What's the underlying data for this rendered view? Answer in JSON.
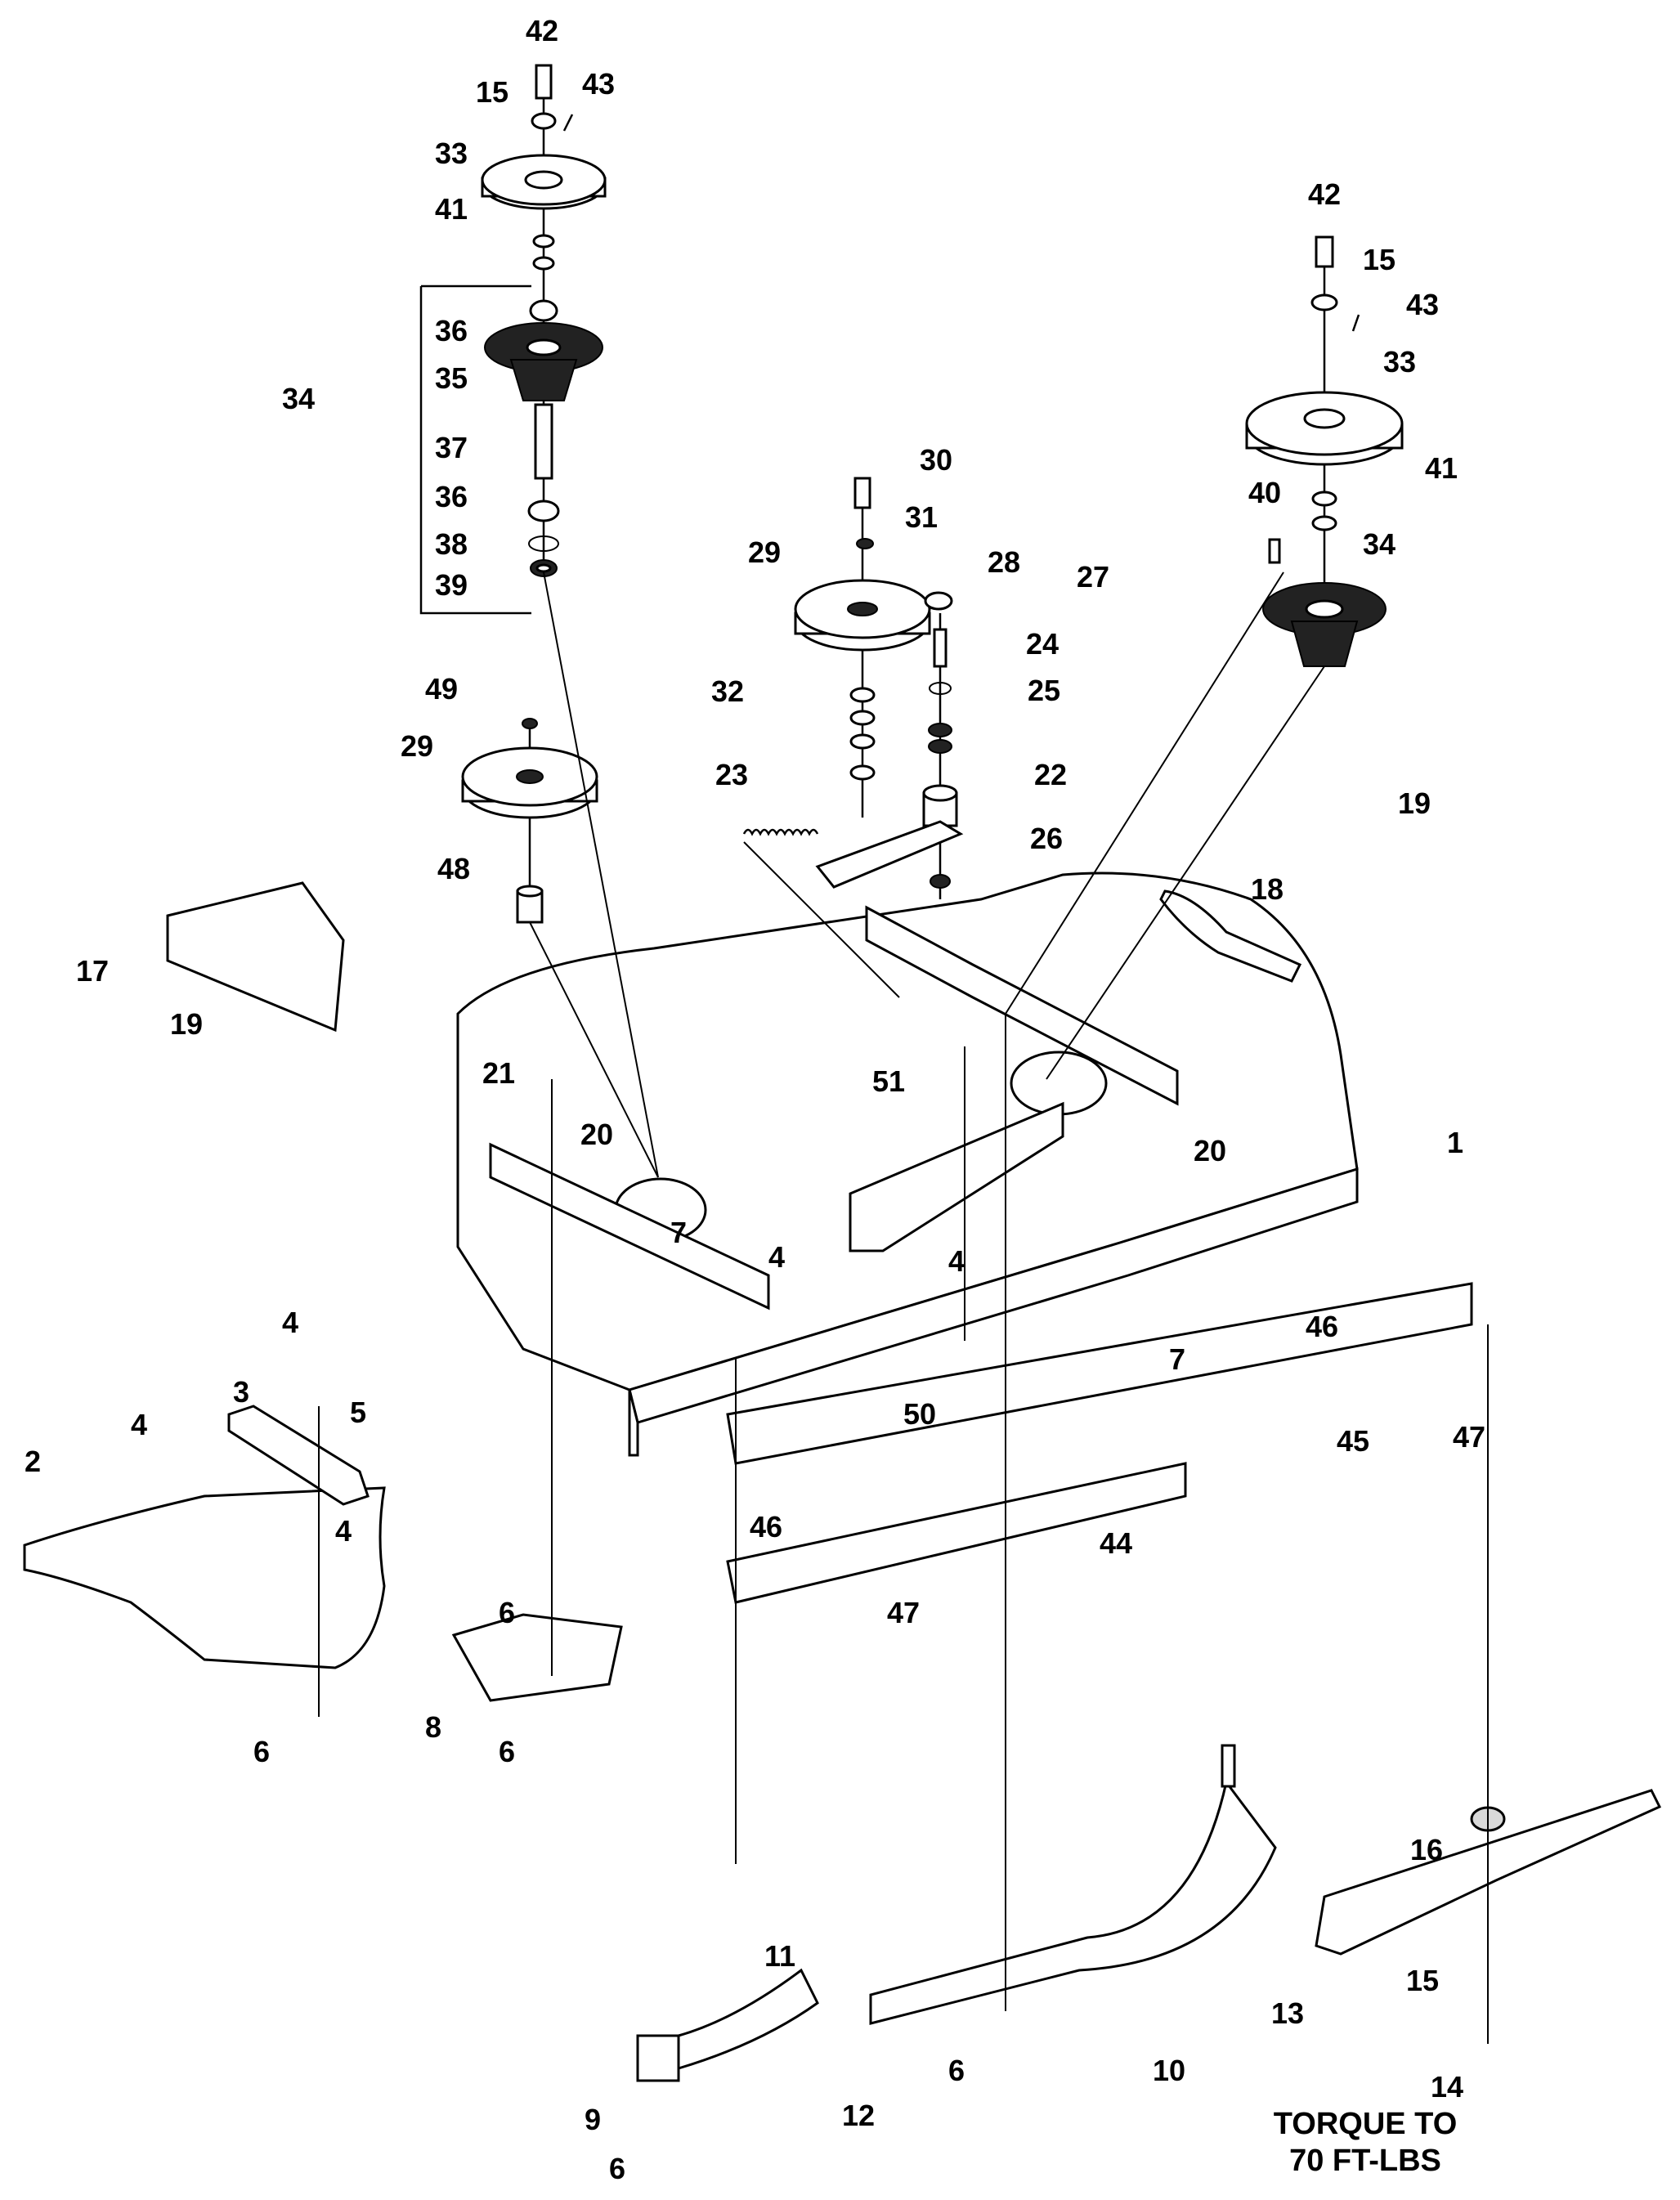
{
  "title": "",
  "torque_note": {
    "line1": "TORQUE TO",
    "line2": "70 FT-LBS"
  },
  "callouts": [
    {
      "id": "c1",
      "text": "1"
    },
    {
      "id": "c2",
      "text": "2"
    },
    {
      "id": "c3",
      "text": "3"
    },
    {
      "id": "c4a",
      "text": "4"
    },
    {
      "id": "c4b",
      "text": "4"
    },
    {
      "id": "c4c",
      "text": "4"
    },
    {
      "id": "c4d",
      "text": "4"
    },
    {
      "id": "c4e",
      "text": "4"
    },
    {
      "id": "c5",
      "text": "5"
    },
    {
      "id": "c6a",
      "text": "6"
    },
    {
      "id": "c6b",
      "text": "6"
    },
    {
      "id": "c6c",
      "text": "6"
    },
    {
      "id": "c6d",
      "text": "6"
    },
    {
      "id": "c6e",
      "text": "6"
    },
    {
      "id": "c7a",
      "text": "7"
    },
    {
      "id": "c7b",
      "text": "7"
    },
    {
      "id": "c8",
      "text": "8"
    },
    {
      "id": "c9",
      "text": "9"
    },
    {
      "id": "c10",
      "text": "10"
    },
    {
      "id": "c11",
      "text": "11"
    },
    {
      "id": "c12",
      "text": "12"
    },
    {
      "id": "c13",
      "text": "13"
    },
    {
      "id": "c14",
      "text": "14"
    },
    {
      "id": "c15a",
      "text": "15"
    },
    {
      "id": "c15b",
      "text": "15"
    },
    {
      "id": "c15c",
      "text": "15"
    },
    {
      "id": "c16",
      "text": "16"
    },
    {
      "id": "c17",
      "text": "17"
    },
    {
      "id": "c18",
      "text": "18"
    },
    {
      "id": "c19a",
      "text": "19"
    },
    {
      "id": "c19b",
      "text": "19"
    },
    {
      "id": "c20a",
      "text": "20"
    },
    {
      "id": "c20b",
      "text": "20"
    },
    {
      "id": "c21",
      "text": "21"
    },
    {
      "id": "c22",
      "text": "22"
    },
    {
      "id": "c23",
      "text": "23"
    },
    {
      "id": "c24",
      "text": "24"
    },
    {
      "id": "c25",
      "text": "25"
    },
    {
      "id": "c26",
      "text": "26"
    },
    {
      "id": "c27",
      "text": "27"
    },
    {
      "id": "c28",
      "text": "28"
    },
    {
      "id": "c29a",
      "text": "29"
    },
    {
      "id": "c29b",
      "text": "29"
    },
    {
      "id": "c30",
      "text": "30"
    },
    {
      "id": "c31",
      "text": "31"
    },
    {
      "id": "c32",
      "text": "32"
    },
    {
      "id": "c33a",
      "text": "33"
    },
    {
      "id": "c33b",
      "text": "33"
    },
    {
      "id": "c34a",
      "text": "34"
    },
    {
      "id": "c34b",
      "text": "34"
    },
    {
      "id": "c35",
      "text": "35"
    },
    {
      "id": "c36a",
      "text": "36"
    },
    {
      "id": "c36b",
      "text": "36"
    },
    {
      "id": "c37",
      "text": "37"
    },
    {
      "id": "c38",
      "text": "38"
    },
    {
      "id": "c39",
      "text": "39"
    },
    {
      "id": "c40",
      "text": "40"
    },
    {
      "id": "c41a",
      "text": "41"
    },
    {
      "id": "c41b",
      "text": "41"
    },
    {
      "id": "c42a",
      "text": "42"
    },
    {
      "id": "c42b",
      "text": "42"
    },
    {
      "id": "c43a",
      "text": "43"
    },
    {
      "id": "c43b",
      "text": "43"
    },
    {
      "id": "c44",
      "text": "44"
    },
    {
      "id": "c45",
      "text": "45"
    },
    {
      "id": "c46a",
      "text": "46"
    },
    {
      "id": "c46b",
      "text": "46"
    },
    {
      "id": "c47a",
      "text": "47"
    },
    {
      "id": "c47b",
      "text": "47"
    },
    {
      "id": "c48",
      "text": "48"
    },
    {
      "id": "c49",
      "text": "49"
    },
    {
      "id": "c50",
      "text": "50"
    },
    {
      "id": "c51",
      "text": "51"
    }
  ]
}
